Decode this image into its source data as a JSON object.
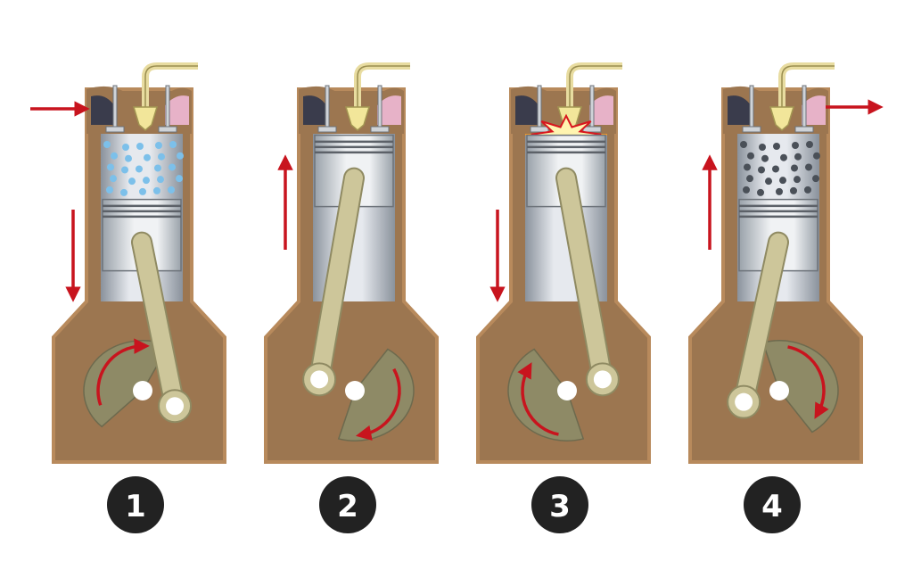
{
  "colors": {
    "casing": "#9c7650",
    "casing_outline": "#b88a5c",
    "crankcase_fill": "#9c7650",
    "cylinder_light": "#e6e9ee",
    "cylinder_dark": "#8a929c",
    "piston_light": "#f0f2f4",
    "piston_dark": "#9aa2aa",
    "rod": "#cdc69a",
    "rod_outline": "#8f8a62",
    "crank_disc": "#8e8a66",
    "arrow": "#c8141e",
    "fuel_dot": "#7cc0ea",
    "exhaust_dot": "#4a5058",
    "explosion_orange": "#f58a1e",
    "explosion_yellow": "#fdd33a",
    "badge": "#222222",
    "valve_port_pink": "#e7b2c8",
    "valve_port_dark": "#3a3c4c"
  },
  "stages": [
    {
      "number": "1",
      "piston_level": 0.78,
      "arrow": "down",
      "side_arrow": "intake",
      "contents": "fuel",
      "rotation": "clockwise"
    },
    {
      "number": "2",
      "piston_level": 0.18,
      "arrow": "up",
      "side_arrow": "none",
      "contents": "compressed",
      "rotation": "clockwise"
    },
    {
      "number": "3",
      "piston_level": 0.18,
      "arrow": "down",
      "side_arrow": "none",
      "contents": "explosion",
      "rotation": "clockwise"
    },
    {
      "number": "4",
      "piston_level": 0.78,
      "arrow": "up",
      "side_arrow": "exhaust",
      "contents": "exhaust",
      "rotation": "clockwise"
    }
  ]
}
